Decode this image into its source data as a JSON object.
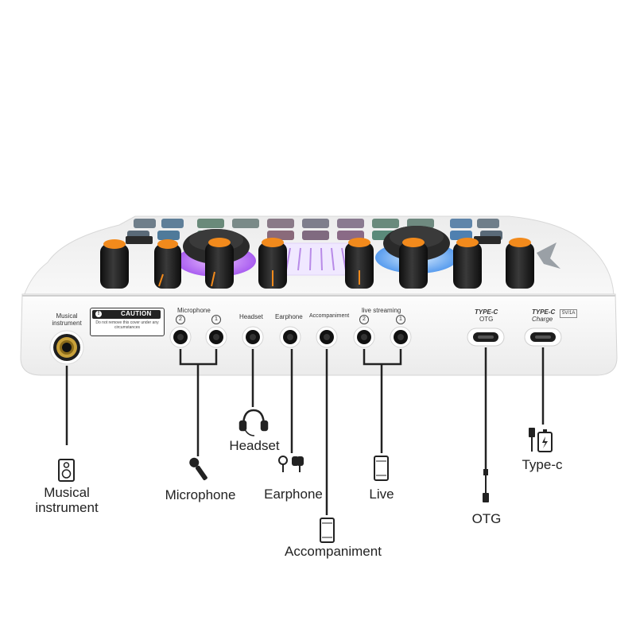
{
  "panel": {
    "musical_instrument": "Musical instrument",
    "caution_title": "CAUTION",
    "caution_text": "Do not remove this cover under any circumstances",
    "microphone": "Microphone",
    "headset": "Headset",
    "earphone": "Earphone",
    "accompaniment": "Accompaniment",
    "live_streaming": "live streaming",
    "typec_otg_title": "TYPE-C",
    "typec_otg_sub": "OTG",
    "typec_charge_title": "TYPE-C",
    "typec_charge_sub": "Charge",
    "typec_charge_spec": "5V/1A",
    "port_num_2": "2",
    "port_num_1": "1"
  },
  "callouts": {
    "musical_instrument": "Musical\ninstrument",
    "microphone": "Microphone",
    "headset": "Headset",
    "earphone": "Earphone",
    "accompaniment": "Accompaniment",
    "live": "Live",
    "otg": "OTG",
    "typec": "Type-c"
  },
  "icons": [
    "speaker-icon",
    "microphone-icon",
    "headset-icon",
    "earphone-icon",
    "phone-icon",
    "usb-cable-icon",
    "charger-icon"
  ],
  "colors": {
    "device_body": "#f4f4f4",
    "knob_cap": "#f28a1c",
    "knob_body": "#1a1a1a",
    "led_purple": "#b05cff",
    "led_blue": "#6fb4ff",
    "jack_gold": "#c9a13a"
  }
}
